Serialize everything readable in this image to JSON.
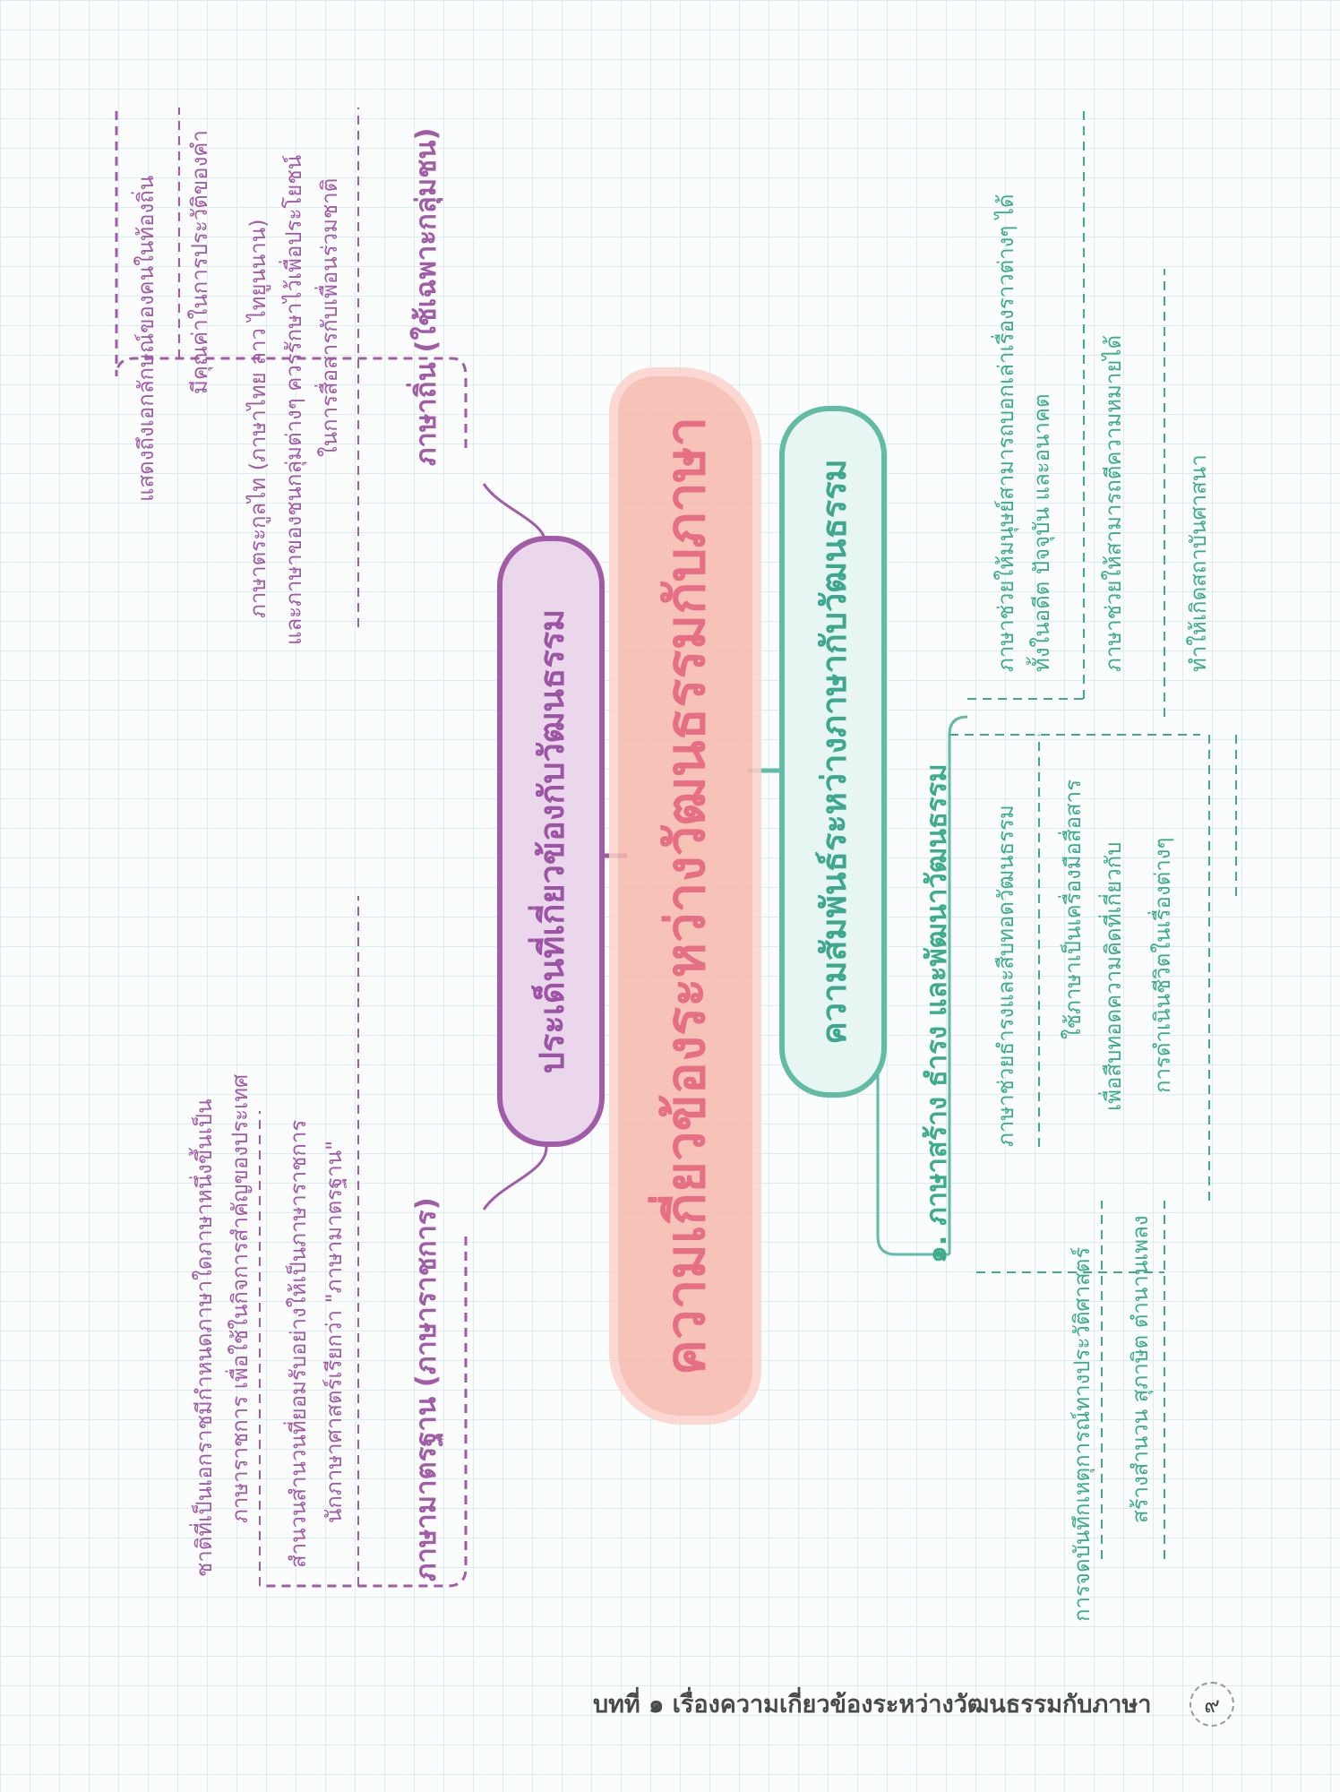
{
  "center": {
    "title": "ความเกี่ยวข้องระหว่างวัฒนธรรมกับภาษา"
  },
  "purple_branch": {
    "title": "ประเด็นที่เกี่ยวข้องกับวัฒนธรรม",
    "groups": [
      {
        "label": "ภาษาถิ่น (ใช้เฉพาะกลุ่มชน)",
        "lines": [
          "แสดงถึงเอกลักษณ์ของคนในท้องถิ่น",
          "มีคุณค่าในการประวัติของคำ",
          "ภาษาตระกูลไท (ภาษาไทย ลาว ไทยูนนาน)",
          "และภาษาของชนกลุ่มต่างๆ ควรรักษาไว้เพื่อประโยชน์",
          "ในการสื่อสารกับเพื่อนร่วมชาติ"
        ]
      },
      {
        "label": "ภาษามาตรฐาน (ภาษาราชการ)",
        "lines": [
          "ชาติที่เป็นเอกราชมีกำหนดภาษาใดภาษาหนึ่งขึ้นเป็น",
          "ภาษาราชการ เพื่อใช้ในกิจการสำคัญของประเทศ",
          "สำนวนสำนวนที่ยอมรับอย่างให้เป็นภาษาราชการ",
          "นักภาษาศาสตร์เรียกว่า \"ภาษามาตรฐาน\""
        ]
      }
    ]
  },
  "green_branch": {
    "title": "ความสัมพันธ์ระหว่างภาษากับวัฒนธรรม",
    "sub_label": "๑. ภาษาสร้าง ธำรง และพัฒนาวัฒนธรรม",
    "groups": [
      {
        "lines": [
          "ภาษาช่วยให้มนุษย์สามารถบอกเล่าเรื่องราวต่างๆ ได้",
          "ทั้งในอดีต ปัจจุบัน และอนาคต",
          "ภาษาช่วยให้สามารถตีความหมายได้",
          "ทำให้เกิดสถาบันศาสนา"
        ]
      },
      {
        "lines": [
          "ภาษาช่วยธำรงและสืบทอดวัฒนธรรม",
          "ใช้ภาษาเป็นเครื่องมือสื่อสาร",
          "เพื่อสืบทอดความคิดที่เกี่ยวกับ",
          "การดำเนินชีวิตในเรื่องต่างๆ"
        ]
      },
      {
        "lines": [
          "การจดบันทึกเหตุการณ์ทางประวัติศาสตร์",
          "สร้างสำนวน สุภาษิต ตำนานเพลง"
        ]
      }
    ]
  },
  "footer": {
    "text": "บทที่ ๑ เรื่องความเกี่ยวข้องระหว่างวัฒนธรรมกับภาษา",
    "page": "๙"
  },
  "colors": {
    "purple": "#a15ca8",
    "green": "#3dac8d",
    "center_title": "#e66f84",
    "center_bg": "#f7b9ae"
  }
}
